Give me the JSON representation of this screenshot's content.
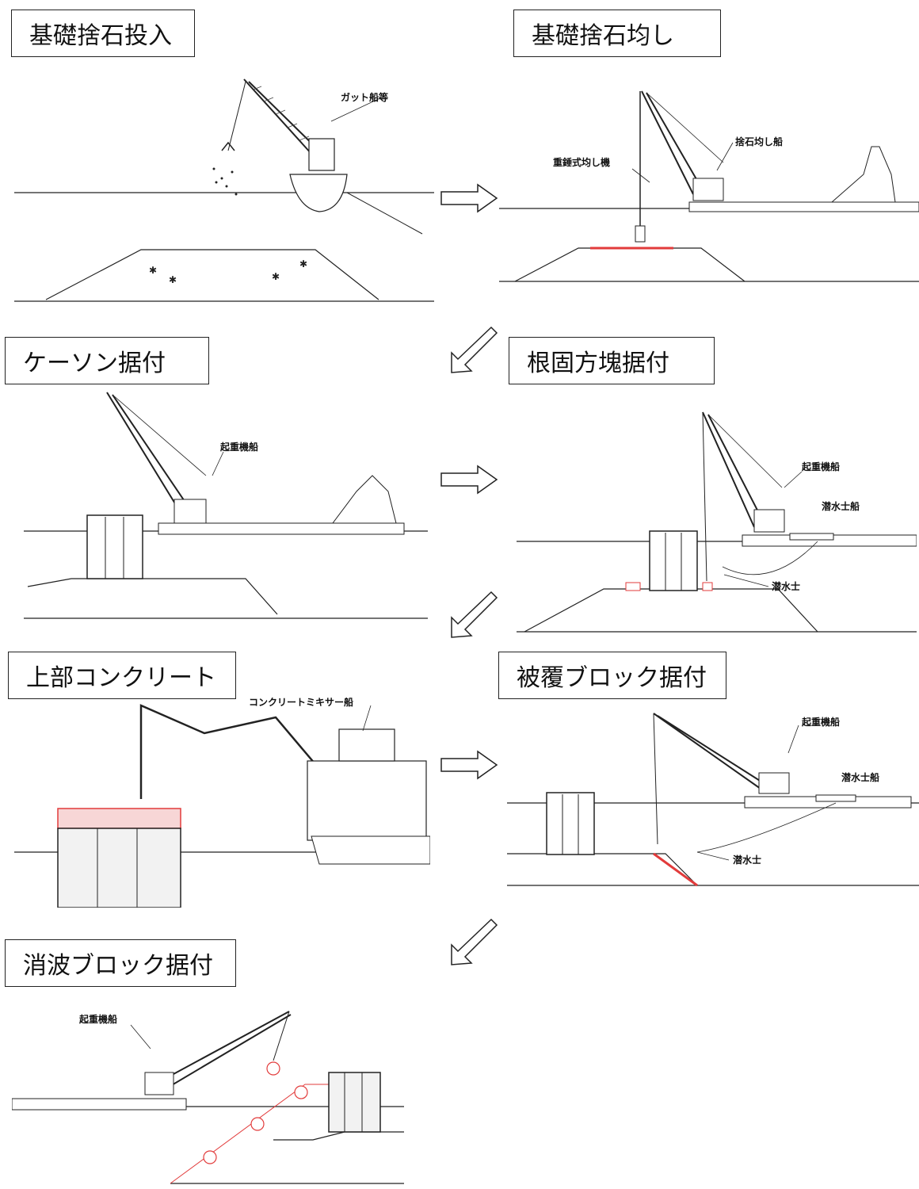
{
  "steps": [
    {
      "title": "基礎捨石投入",
      "labels": {
        "vessel": "ガット船等"
      }
    },
    {
      "title": "基礎捨石均し",
      "labels": {
        "leveler": "重錘式均し機",
        "vessel": "捨石均し船"
      }
    },
    {
      "title": "ケーソン据付",
      "labels": {
        "crane": "起重機船"
      }
    },
    {
      "title": "根固方塊据付",
      "labels": {
        "crane": "起重機船",
        "diver_boat": "潜水士船",
        "diver": "潜水士"
      }
    },
    {
      "title": "上部コンクリート",
      "labels": {
        "mixer": "コンクリートミキサー船"
      }
    },
    {
      "title": "被覆ブロック据付",
      "labels": {
        "crane": "起重機船",
        "diver_boat": "潜水士船",
        "diver": "潜水士"
      }
    },
    {
      "title": "消波ブロック据付",
      "labels": {
        "crane": "起重機船"
      }
    }
  ],
  "colors": {
    "line": "#222222",
    "accent_red": "#e23b3b",
    "box_border": "#222222"
  },
  "icons": {
    "flow_arrow_right": "outline-arrow-right-icon",
    "flow_arrow_down_left": "outline-arrow-down-left-icon"
  }
}
